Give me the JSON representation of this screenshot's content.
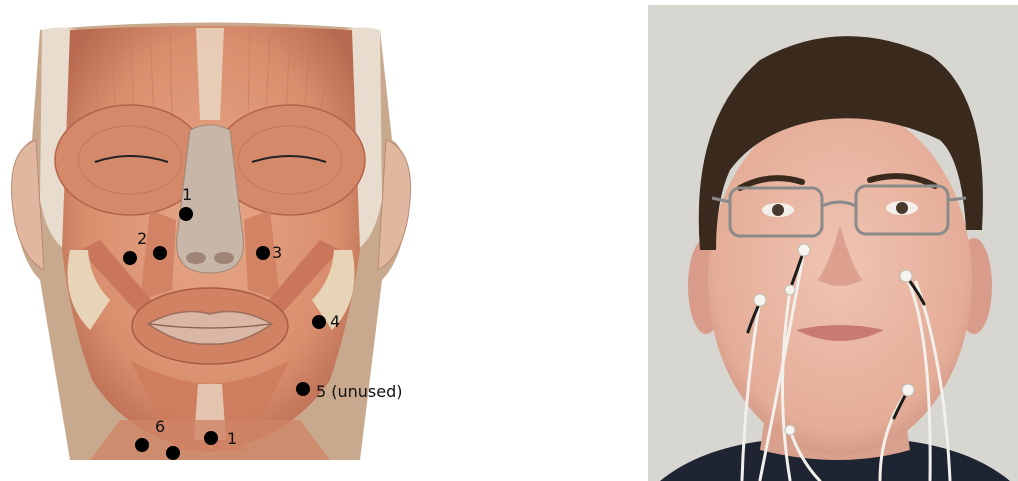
{
  "anatomy_panel": {
    "markers": [
      {
        "id": "m1-upper",
        "label": "1"
      },
      {
        "id": "m2a",
        "label": "2"
      },
      {
        "id": "m2b",
        "label": ""
      },
      {
        "id": "m3",
        "label": "3"
      },
      {
        "id": "m4",
        "label": "4"
      },
      {
        "id": "m5",
        "label": "5 (unused)"
      },
      {
        "id": "m6a",
        "label": "6"
      },
      {
        "id": "m6b",
        "label": ""
      },
      {
        "id": "m1-lower",
        "label": "1"
      }
    ],
    "colors": {
      "muscle": "#d98f6e",
      "muscle_dark": "#b5624a",
      "tendon": "#e9d6c2",
      "marker": "#000000"
    }
  },
  "photo_panel": {
    "colors": {
      "background": "#d8d6d0",
      "skin": "#e7b5a3",
      "hair": "#3a2a1e",
      "shirt": "#1f2433",
      "wire": "#f2f0ea"
    }
  }
}
